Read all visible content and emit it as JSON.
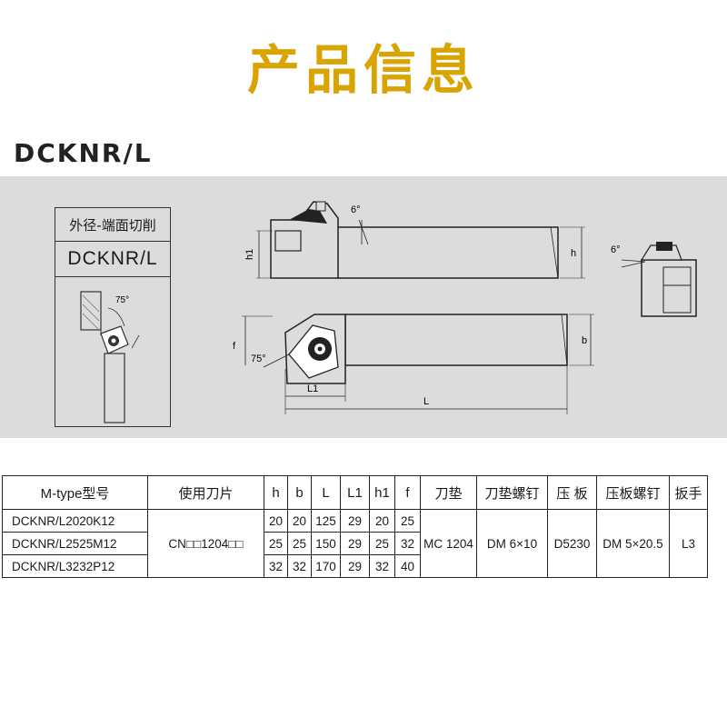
{
  "page_title": "产品信息",
  "model_heading": "DCKNR/L",
  "side_box": {
    "op_label": "外径-端面切削",
    "model": "DCKNR/L",
    "angle": "75°"
  },
  "drawing_labels": {
    "top_angle": "6°",
    "h1": "h1",
    "h": "h",
    "end_angle": "6°",
    "f": "f",
    "lead_angle": "75°",
    "b": "b",
    "L1": "L1",
    "L": "L"
  },
  "table": {
    "headers": [
      "M-type型号",
      "使用刀片",
      "h",
      "b",
      "L",
      "L1",
      "h1",
      "f",
      "刀垫",
      "刀垫螺钉",
      "压 板",
      "压板螺钉",
      "扳手"
    ],
    "rows": [
      {
        "model": "DCKNR/L2020K12",
        "h": "20",
        "b": "20",
        "L": "125",
        "L1": "29",
        "h1": "20",
        "f": "25"
      },
      {
        "model": "DCKNR/L2525M12",
        "h": "25",
        "b": "25",
        "L": "150",
        "L1": "29",
        "h1": "25",
        "f": "32"
      },
      {
        "model": "DCKNR/L3232P12",
        "h": "32",
        "b": "32",
        "L": "170",
        "L1": "29",
        "h1": "32",
        "f": "40"
      }
    ],
    "insert": "CN□□1204□□",
    "shim": "MC 1204",
    "shim_screw": "DM 6×10",
    "clamp": "D5230",
    "clamp_screw": "DM 5×20.5",
    "wrench": "L3"
  }
}
